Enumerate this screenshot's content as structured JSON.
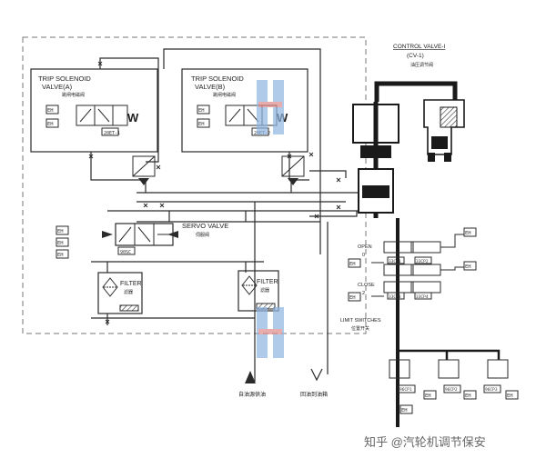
{
  "diagram": {
    "control_valve": {
      "title": "CONTROL VALVE-I",
      "tag": "(CV-1)",
      "cn": "油压调节阀"
    },
    "trip_a": {
      "line1": "TRIP SOLENOID",
      "line2": "VALVE(A)",
      "cn": "跳闸电磁阀",
      "tag": "20ET-1"
    },
    "trip_b": {
      "line1": "TRIP SOLENOID",
      "line2": "VALVE(B)",
      "cn": "跳闸电磁阀",
      "tag": "20ET-2"
    },
    "servo": {
      "label": "SERVO VALVE",
      "cn": "伺服阀",
      "tag": "90SC"
    },
    "filter": {
      "label": "FILTER",
      "cn": "滤器"
    },
    "limit": {
      "open": "OPEN",
      "open_pos": "0",
      "close": "CLOSE",
      "close_pos": "2",
      "label": "LIMIT SWITCHES",
      "cn": "位置开关",
      "tags": [
        "33CP1",
        "33CP2",
        "33CP3",
        "33CP4"
      ]
    },
    "bottom_tags": [
      "96CP1",
      "96CP2",
      "96CP3"
    ],
    "supply_label": "自油源供油",
    "return_label": "回油到油箱",
    "watermark": "知乎 @汽轮机调节保安",
    "plugs": [
      "EH",
      "EH",
      "EH",
      "EH",
      "EH",
      "EH",
      "EH",
      "EH",
      "EH",
      "EH",
      "EH",
      "EH",
      "EH",
      "EH",
      "EH"
    ]
  },
  "colors": {
    "line": "#2a2a2a",
    "dash": "#777777",
    "logo": "#8fb4e0",
    "logo_red": "#e08a8a"
  }
}
